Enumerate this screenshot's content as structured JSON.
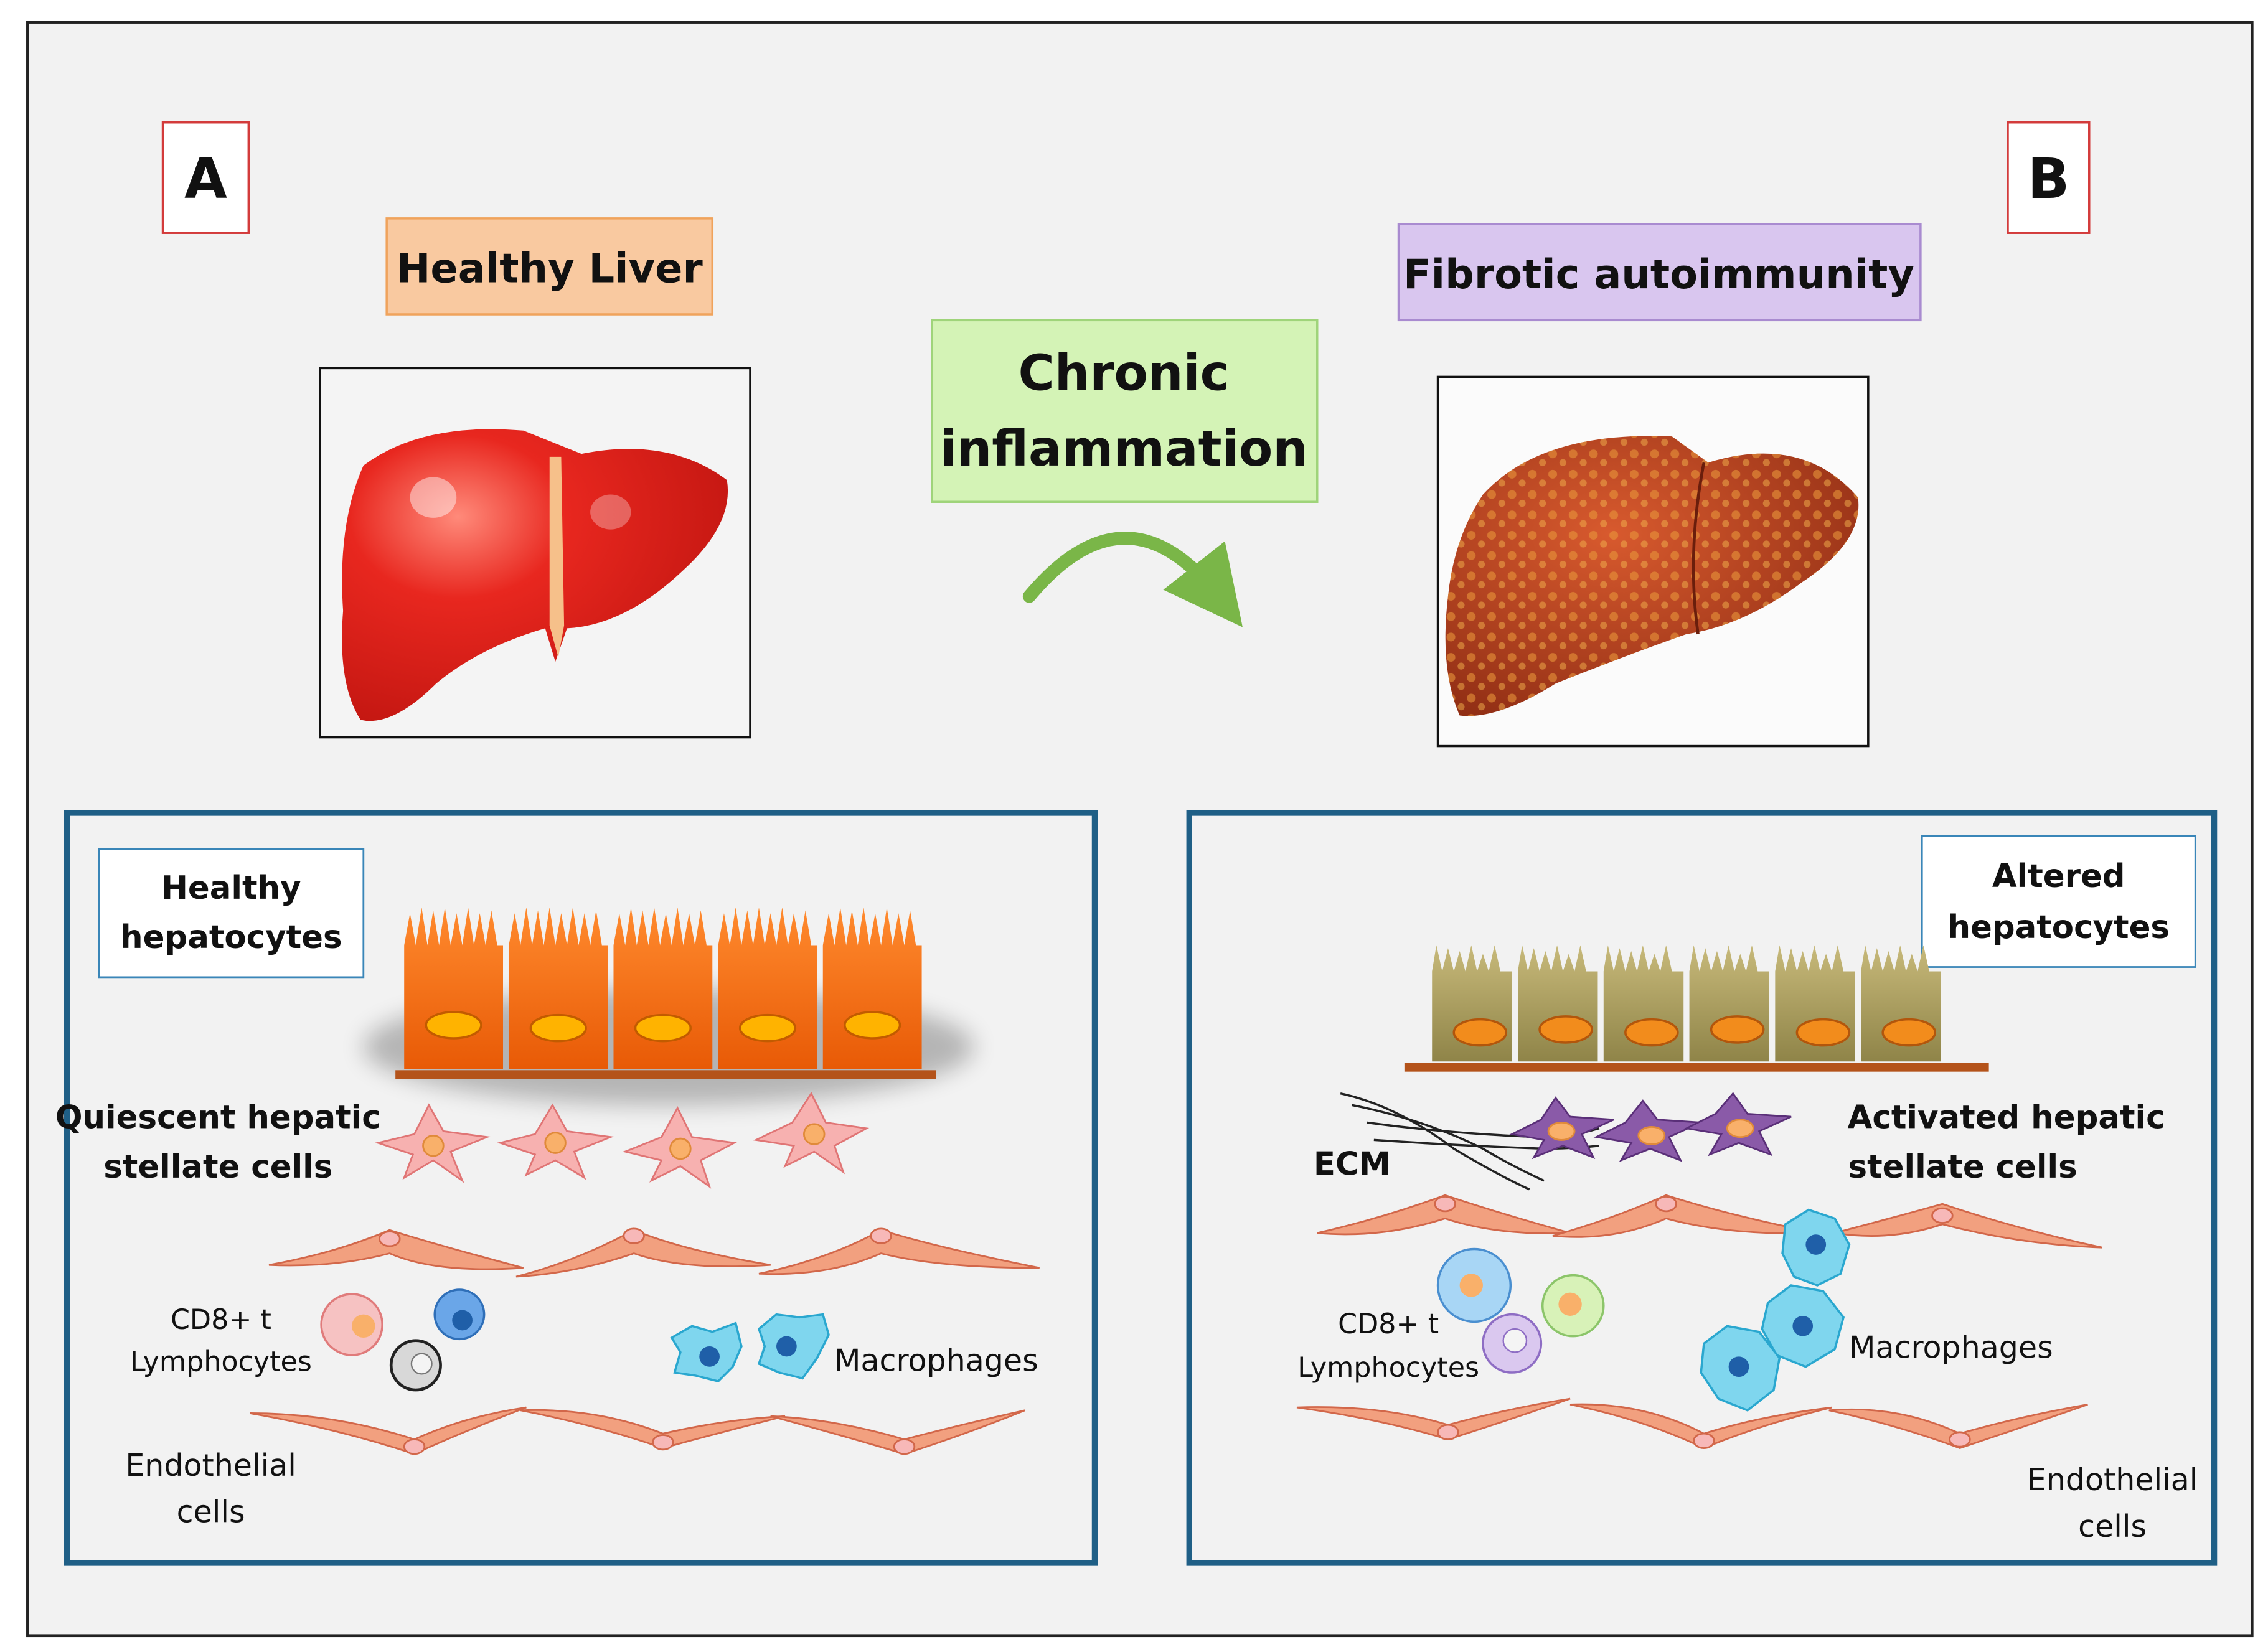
{
  "panels": {
    "a": {
      "letter": "A"
    },
    "b": {
      "letter": "B"
    }
  },
  "top": {
    "healthy_title": "Healthy Liver",
    "fibrotic_title": "Fibrotic autoimmunity",
    "transition_line1": "Chronic",
    "transition_line2": "inflammation"
  },
  "left_panel": {
    "hepatocytes_line1": "Healthy",
    "hepatocytes_line2": "hepatocytes",
    "stellate_line1": "Quiescent hepatic",
    "stellate_line2": "stellate cells",
    "cd8_line1": "CD8+ t",
    "cd8_line2": "Lymphocytes",
    "macrophages": "Macrophages",
    "endothelial_line1": "Endothelial",
    "endothelial_line2": "cells"
  },
  "right_panel": {
    "hepatocytes_line1": "Altered",
    "hepatocytes_line2": "hepatocytes",
    "stellate_line1": "Activated hepatic",
    "stellate_line2": "stellate cells",
    "ecm": "ECM",
    "cd8_line1": "CD8+ t",
    "cd8_line2": "Lymphocytes",
    "macrophages": "Macrophages",
    "endothelial_line1": "Endothelial",
    "endothelial_line2": "cells"
  },
  "colors": {
    "letter": "#d33b3b",
    "healthy_box": "#f9c9a0",
    "fibrotic_box": "#d9c6ef",
    "transition_box": "#d4f3b6",
    "panel_border": "#1f5f86",
    "liver_red": "#e02a24",
    "healthy_cell": "#f26a12",
    "altered_cell": "#a89a5c",
    "nucleus": "#f28c1c",
    "macrophage": "#7fd6ee",
    "stellate_q": "#f7b1b0",
    "stellate_a": "#8a5aa8",
    "endothelial": "#f2a07f",
    "arrow": "#7ab648"
  }
}
